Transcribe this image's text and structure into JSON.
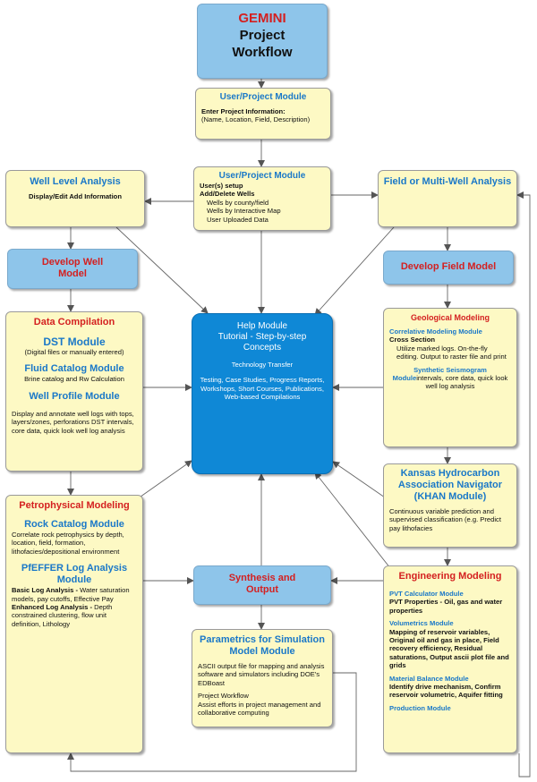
{
  "title": {
    "line1": "GEMINI",
    "line2": "Project",
    "line3": "Workflow"
  },
  "user_project_1": {
    "heading": "User/Project Module",
    "subheading": "Enter Project Information:",
    "detail": "(Name, Location, Field, Description)"
  },
  "user_project_2": {
    "heading": "User/Project Module",
    "line1": "User(s) setup",
    "line2": "Add/Delete Wells",
    "items": [
      "Wells by county/field",
      "Wells by Interactive Map",
      "User Uploaded Data"
    ]
  },
  "well_level": {
    "heading": "Well Level Analysis",
    "detail": "Display/Edit Add Information"
  },
  "field_analysis": {
    "heading": "Field or Multi-Well Analysis"
  },
  "develop_well": {
    "heading": "Develop Well Model"
  },
  "develop_field": {
    "heading": "Develop Field Model"
  },
  "data_compilation": {
    "heading": "Data Compilation",
    "dst_title": "DST Module",
    "dst_detail": "(Digital files or manually entered)",
    "fluid_title": "Fluid Catalog Module",
    "fluid_detail": "Brine catalog and Rw Calculation",
    "profile_title": "Well Profile Module",
    "profile_detail": "Display and annotate well logs with tops, layers/zones, perforations DST intervals, core data, quick look well log analysis"
  },
  "help": {
    "line1": "Help Module",
    "line2": "Tutorial - Step-by-step",
    "line3": "Concepts",
    "tech": "Technology Transfer",
    "detail": "Testing, Case Studies, Progress Reports, Workshops, Short Courses, Publications, Web-based Compilations"
  },
  "geological": {
    "heading": "Geological Modeling",
    "correl_title": "Correlative Modeling Module",
    "cross": "Cross Section",
    "cross_detail": "Utilize marked logs. On-the-fly editing. Output to raster file and print",
    "synth_title": "Synthetic Seismogram",
    "synth_module": "Module",
    "synth_detail": "intervals, core data, quick look well log analysis"
  },
  "khan": {
    "heading": "Kansas Hydrocarbon Association Navigator (KHAN Module)",
    "detail": "Continuous variable prediction and supervised classification (e.g. Predict pay lithofacies"
  },
  "petrophysical": {
    "heading": "Petrophysical Modeling",
    "rock_title": "Rock Catalog Module",
    "rock_detail": "Correlate rock petrophysics by depth, location, field, formation, lithofacies/depositional environment",
    "pfeffer_title": "PfEFFER Log Analysis Module",
    "basic_label": "Basic Log Analysis -",
    "basic_detail": " Water saturation models, pay cutoffs, Effective Pay",
    "enhanced_label": "Enhanced Log Analysis -",
    "enhanced_detail": " Depth constrained clustering, flow unit definition, Lithology"
  },
  "synthesis": {
    "heading": "Synthesis and Output"
  },
  "parametrics": {
    "heading": "Parametrics for Simulation Model Module",
    "detail1": "ASCII output file for mapping and analysis software and simulators including DOE's EDBoast",
    "detail2_title": "Project Workflow",
    "detail2": "Assist efforts in project management and collaborative computing"
  },
  "engineering": {
    "heading": "Engineering Modeling",
    "pvt_title": "PVT Calculator Module",
    "pvt_detail": "PVT Properties - Oil, gas and water properties",
    "vol_title": "Volumetrics Module",
    "vol_detail": "Mapping of reservoir variables, Original oil and gas in place, Field recovery efficiency, Residual saturations, Output ascii plot file and grids",
    "mb_title": "Material Balance Module",
    "mb_detail": "Identify drive mechanism, Confirm reservoir volumetric, Aquifer fitting",
    "prod_title": "Production Module"
  },
  "colors": {
    "title_red": "#d42020",
    "module_blue": "#1a78c8",
    "help_blue": "#0f88d6",
    "box_yellow": "#fdf9c4",
    "box_blue": "#8ec5ea"
  }
}
